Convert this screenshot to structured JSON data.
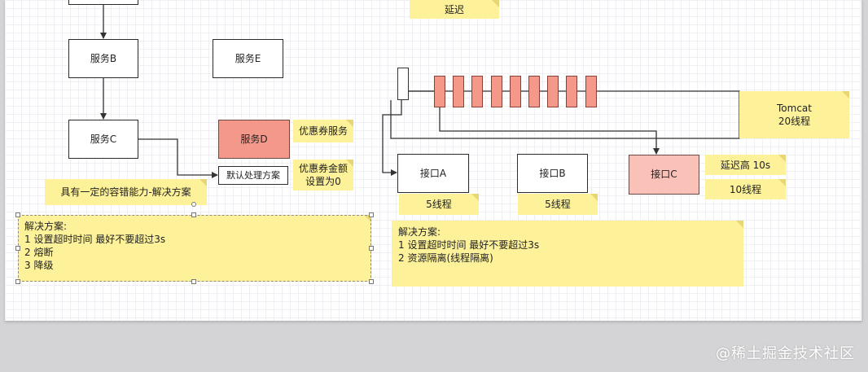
{
  "left_flow": {
    "service_b": "服务B",
    "service_c": "服务C",
    "service_d": "服务D",
    "service_e": "服务E",
    "default_handler": "默认处理方案"
  },
  "left_notes": {
    "coupon_service": "优惠券服务",
    "coupon_amount": "优惠券金额\n设置为0",
    "fault_tolerance": "具有一定的容错能力-解决方案",
    "solution": "解决方案:\n1 设置超时时间 最好不要超过3s\n2 熔断\n3 降级"
  },
  "right_flow": {
    "interface_a": "接口A",
    "interface_b": "接口B",
    "interface_c": "接口C",
    "queue_slots": 9
  },
  "right_notes": {
    "top_delay": "延迟",
    "tomcat": "Tomcat\n20线程",
    "a_threads": "5线程",
    "b_threads": "5线程",
    "high_delay": "延迟高 10s",
    "c_threads": "10线程",
    "solution": "解决方案:\n1 设置超时时间 最好不要超过3s\n2  资源隔离(线程隔离)"
  },
  "watermark": "@稀土掘金技术社区",
  "colors": {
    "note_yellow": "#fdf29a",
    "service_d": "#f4998a",
    "interface_c": "#f9c1b8",
    "connector": "#333333"
  }
}
